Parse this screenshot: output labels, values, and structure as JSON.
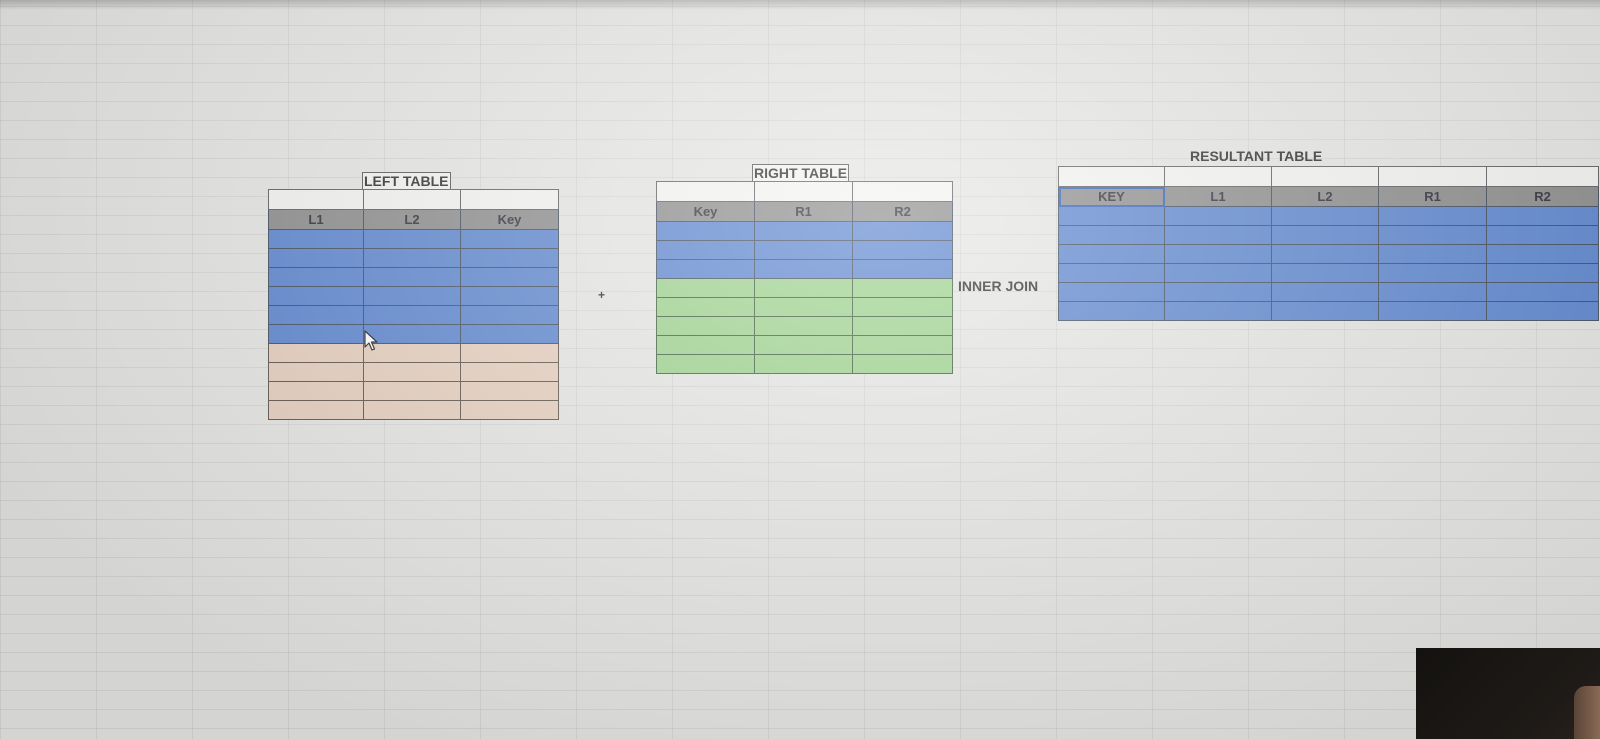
{
  "left_table": {
    "title": "LEFT TABLE",
    "headers": [
      "L1",
      "L2",
      "Key"
    ],
    "blue_rows": 6,
    "peach_rows": 4
  },
  "operator_plus": "+",
  "right_table": {
    "title": "RIGHT TABLE",
    "headers": [
      "Key",
      "R1",
      "R2"
    ],
    "blue_rows": 3,
    "green_rows": 5
  },
  "join_label": "INNER JOIN",
  "result_table": {
    "title": "RESULTANT TABLE",
    "headers": [
      "KEY",
      "L1",
      "L2",
      "R1",
      "R2"
    ],
    "blue_rows": 6
  },
  "colors": {
    "header_gray": "#8b8b8b",
    "matched_blue": "#5a84cf",
    "unmatched_left_peach": "#e6cfbe",
    "unmatched_right_green": "#9bd28b"
  },
  "icons": [
    "mouse-pointer-icon"
  ]
}
